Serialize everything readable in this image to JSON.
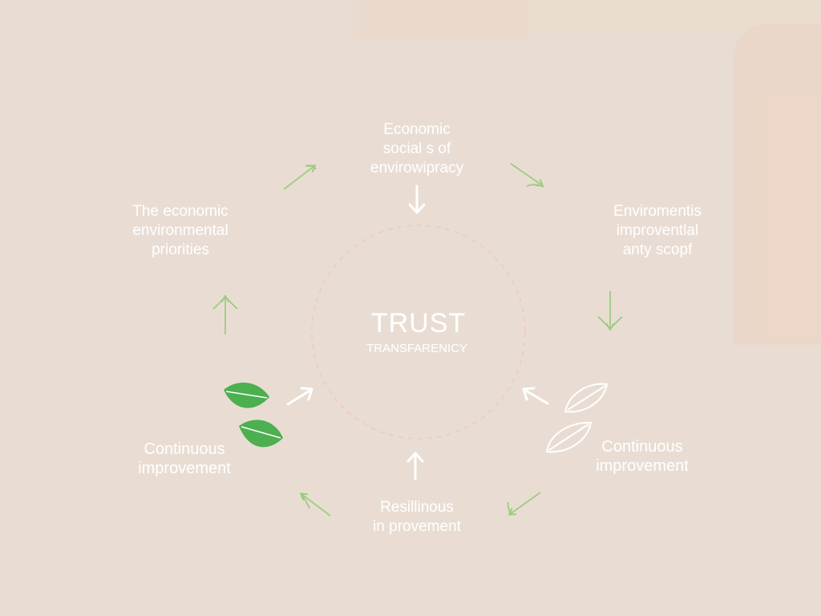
{
  "center": {
    "title": "TRUST",
    "subtitle": "TRANSFARENICY"
  },
  "nodes": {
    "top": [
      "Economic",
      "social s of",
      "envirowipracy"
    ],
    "left": [
      "The economic",
      "environmental",
      "priorities"
    ],
    "right": [
      "Enviromentis",
      "improventlal",
      "anty scopf"
    ],
    "bottom_left": [
      "Continuous",
      "improvement"
    ],
    "bottom_right": [
      "Continuous",
      "improvement"
    ],
    "bottom": [
      "Resillinous",
      "in provement"
    ]
  },
  "colors": {
    "background": "#e9ddd3",
    "text": "#ffffff",
    "circle_dash": "#f0c9c0",
    "leaf_green": "#4caf50",
    "arrow_green": "#9ccc80"
  },
  "icons": {
    "leaf_filled": "leaf-icon",
    "leaf_outline": "leaf-outline-icon",
    "arrow": "arrow-icon"
  }
}
